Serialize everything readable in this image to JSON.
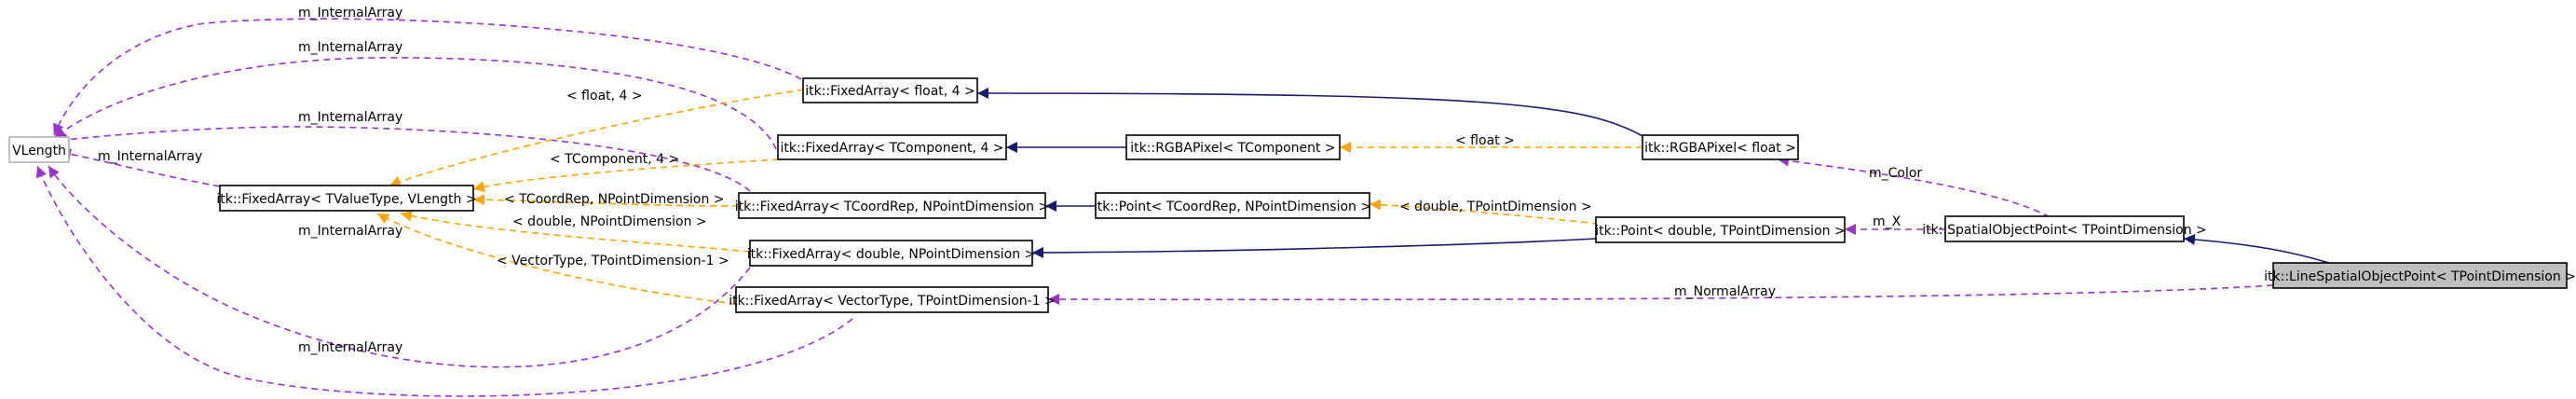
{
  "colors": {
    "inheritance": "#191970",
    "usage": "#9a32cd",
    "template": "#ffa500",
    "highlight_fill": "#bfbfbf",
    "external_border": "#b0b0b0"
  },
  "nodes": {
    "vlength": "VLength",
    "fa_float4": "itk::FixedArray< float, 4 >",
    "fa_tcomp4": "itk::FixedArray< TComponent, 4 >",
    "fa_tvalue": "itk::FixedArray< TValueType, VLength >",
    "rgba_tcomp": "itk::RGBAPixel< TComponent >",
    "rgba_float": "itk::RGBAPixel< float >",
    "fa_tcoord": "itk::FixedArray< TCoordRep, NPointDimension >",
    "point_tcoord": "itk::Point< TCoordRep, NPointDimension >",
    "fa_double": "itk::FixedArray< double, NPointDimension >",
    "point_double": "itk::Point< double, TPointDimension >",
    "spatial_point": "itk::SpatialObjectPoint< TPointDimension >",
    "line_point": "itk::LineSpatialObjectPoint< TPointDimension >",
    "fa_vector": "itk::FixedArray< VectorType, TPointDimension-1 >"
  },
  "edge_labels": {
    "m_internal_top": "m_InternalArray",
    "m_internal_2": "m_InternalArray",
    "m_internal_3": "m_InternalArray",
    "m_internal_tvalue": "m_InternalArray",
    "m_internal_double": "m_InternalArray",
    "m_internal_bottom": "m_InternalArray",
    "float_4": "< float, 4 >",
    "tcomp_4": "< TComponent, 4 >",
    "tcoord_npd": "< TCoordRep, NPointDimension >",
    "double_npd": "< double, NPointDimension >",
    "vector_tpd": "< VectorType, TPointDimension-1 >",
    "float": "< float >",
    "double_tpd": "< double, TPointDimension >",
    "m_color": "m_Color",
    "m_x": "m_X",
    "m_normal": "m_NormalArray"
  }
}
